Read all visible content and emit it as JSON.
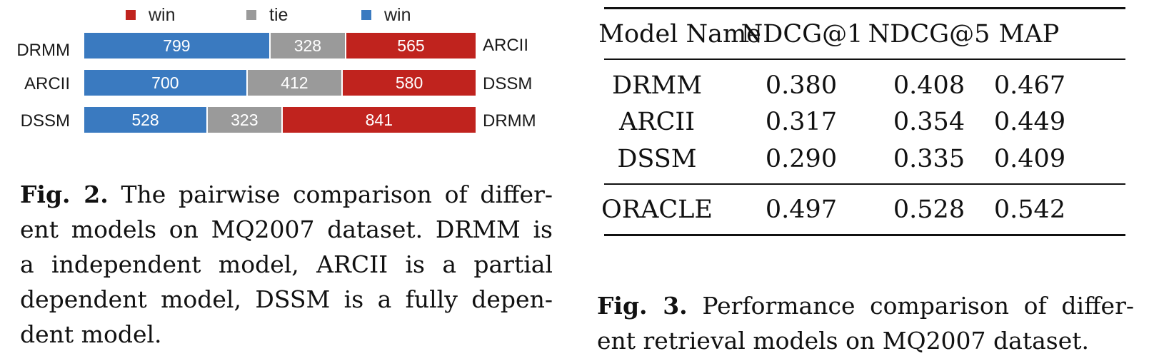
{
  "fig2": {
    "legend": [
      {
        "label": "win",
        "color": "#c0231e"
      },
      {
        "label": "tie",
        "color": "#9a9a9a"
      },
      {
        "label": "win",
        "color": "#3a7ac0"
      }
    ],
    "colors": {
      "win_left": "#3a7ac0",
      "tie": "#9a9a9a",
      "win_right": "#c0231e"
    },
    "rows": [
      {
        "left": "DRMM",
        "right": "ARCII",
        "win_left": 799,
        "tie": 328,
        "win_right": 565
      },
      {
        "left": "ARCII",
        "right": "DSSM",
        "win_left": 700,
        "tie": 412,
        "win_right": 580
      },
      {
        "left": "DSSM",
        "right": "DRMM",
        "win_left": 528,
        "tie": 323,
        "win_right": 841
      }
    ],
    "caption": {
      "label": "Fig. 2.",
      "lines": [
        "The pairwise comparison of differ-",
        "ent models on MQ2007 dataset. DRMM is",
        "a independent model, ARCII is a partial",
        "dependent model, DSSM is a fully depen-",
        "dent model."
      ]
    }
  },
  "fig3": {
    "columns": [
      "Model Name",
      "NDCG@1",
      "NDCG@5",
      "MAP"
    ],
    "rows": [
      [
        "DRMM",
        "0.380",
        "0.408",
        "0.467"
      ],
      [
        "ARCII",
        "0.317",
        "0.354",
        "0.449"
      ],
      [
        "DSSM",
        "0.290",
        "0.335",
        "0.409"
      ]
    ],
    "oracle_row": [
      "ORACLE",
      "0.497",
      "0.528",
      "0.542"
    ],
    "caption": {
      "label": "Fig. 3.",
      "lines": [
        "Performance comparison of differ-",
        "ent retrieval models on MQ2007 dataset."
      ]
    }
  },
  "chart_data": {
    "type": "bar",
    "stacked": true,
    "orientation": "horizontal",
    "categories": [
      "DRMM vs ARCII",
      "ARCII vs DSSM",
      "DSSM vs DRMM"
    ],
    "series": [
      {
        "name": "win",
        "values": [
          799,
          700,
          528
        ]
      },
      {
        "name": "tie",
        "values": [
          328,
          412,
          323
        ]
      },
      {
        "name": "win",
        "values": [
          565,
          580,
          841
        ]
      }
    ],
    "legend": "top"
  }
}
